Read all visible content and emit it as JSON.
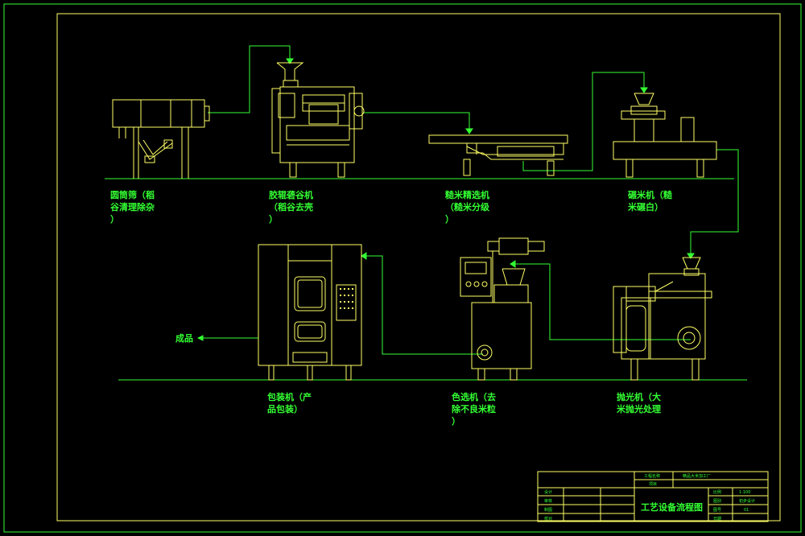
{
  "colors": {
    "background": "#000000",
    "outline": "#ffff66",
    "text": "#33ff33",
    "frame": "#33ff33"
  },
  "machines": [
    {
      "id": "sieve",
      "lines": [
        "圆筒筛（稻",
        "谷清理除杂",
        "）"
      ]
    },
    {
      "id": "husker",
      "lines": [
        "胶辊砻谷机",
        "（稻谷去壳",
        "）"
      ]
    },
    {
      "id": "separator",
      "lines": [
        "糙米精选机",
        "（糙米分级",
        "）"
      ]
    },
    {
      "id": "mill",
      "lines": [
        "碾米机（糙",
        "米碾白）"
      ]
    },
    {
      "id": "packer",
      "lines": [
        "包装机（产",
        "品包装）"
      ]
    },
    {
      "id": "sorter",
      "lines": [
        "色选机（去",
        "除不良米粒",
        "）"
      ]
    },
    {
      "id": "polisher",
      "lines": [
        "抛光机（大",
        "米抛光处理"
      ]
    }
  ],
  "output_label": "成品",
  "title_block": {
    "main_title": "工艺设备流程图",
    "top_row": [
      "工程名称",
      "精品大米加工厂"
    ],
    "second_row": [
      "项目"
    ],
    "left_rows": [
      "设计",
      "审核",
      "制图",
      "校对"
    ],
    "right_rows": [
      [
        "比例",
        "1:100"
      ],
      [
        "图别",
        "初步设计"
      ],
      [
        "图号",
        "01"
      ],
      [
        "日期",
        ""
      ]
    ]
  }
}
